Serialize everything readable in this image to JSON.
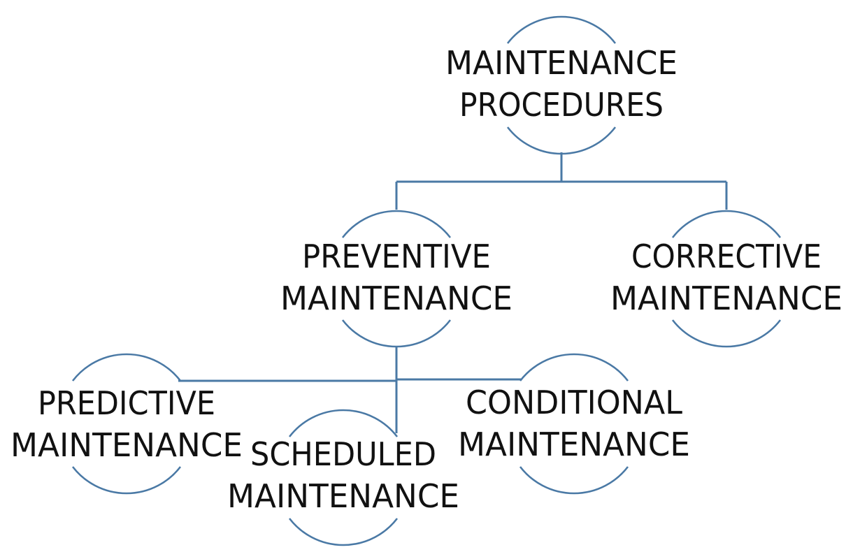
{
  "diagram": {
    "root": {
      "line1": "MAINTENANCE",
      "line2": "PROCEDURES"
    },
    "preventive": {
      "line1": "PREVENTIVE",
      "line2": "MAINTENANCE"
    },
    "corrective": {
      "line1": "CORRECTIVE",
      "line2": "MAINTENANCE"
    },
    "predictive": {
      "line1": "PREDICTIVE",
      "line2": "MAINTENANCE"
    },
    "scheduled": {
      "line1": "SCHEDULED",
      "line2": "MAINTENANCE"
    },
    "conditional": {
      "line1": "CONDITIONAL",
      "line2": "MAINTENANCE"
    }
  },
  "colors": {
    "stroke": "#4a79a5",
    "text": "#111111"
  }
}
